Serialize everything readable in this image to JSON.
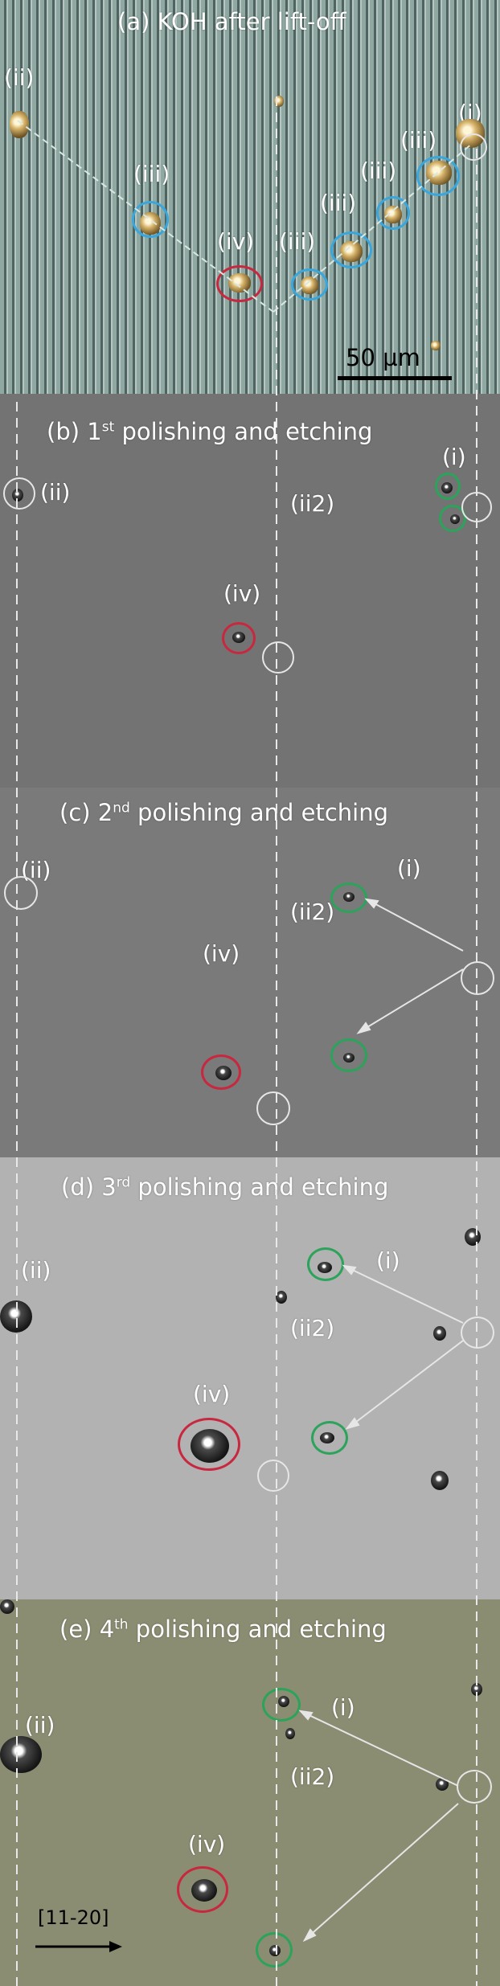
{
  "figure": {
    "panels": [
      {
        "id": "a",
        "label": "(a)  KOH after lift-off",
        "background": "#7d9690"
      },
      {
        "id": "b",
        "label": "(b)  1",
        "label_sup": "st",
        "label_rest": " polishing and etching",
        "background": "#737373"
      },
      {
        "id": "c",
        "label": "(c)    2",
        "label_sup": "nd",
        "label_rest": " polishing and etching",
        "background": "#7a7a7a"
      },
      {
        "id": "d",
        "label": "(d)  3",
        "label_sup": "rd",
        "label_rest": " polishing and etching",
        "background": "#b2b2b2"
      },
      {
        "id": "e",
        "label": "(e)    4",
        "label_sup": "th",
        "label_rest": " polishing and etching",
        "background": "#8b8d72"
      }
    ],
    "annotations": {
      "i": "(i)",
      "ii": "(ii)",
      "iii": "(iii)",
      "iv": "(iv)",
      "ii2": "(ii2)"
    },
    "scale_bar": "50 µm",
    "direction": "[11-20]",
    "colors": {
      "red_mark": "#c8283f",
      "blue_mark": "#3aa7dc",
      "green_mark": "#2ba35a",
      "white_mark": "#e6e6e6"
    }
  }
}
